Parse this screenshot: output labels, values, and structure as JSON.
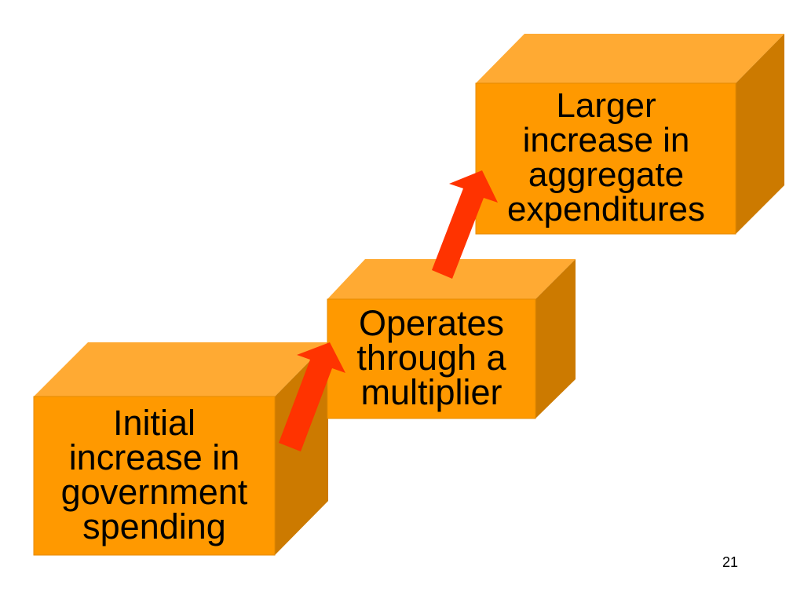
{
  "slide": {
    "page_number": "21"
  },
  "boxes": [
    {
      "lines": [
        "Initial",
        "increase in",
        "government",
        "spending"
      ]
    },
    {
      "lines": [
        "Operates",
        "through a",
        "multiplier"
      ]
    },
    {
      "lines": [
        "Larger",
        "increase in",
        "aggregate",
        "expenditures"
      ]
    }
  ],
  "colors": {
    "box_front": "#FF9900",
    "box_top": "#FFAA33",
    "box_side": "#CC7A00",
    "arrow": "#FF3300",
    "box_outline": "#E68A00"
  }
}
